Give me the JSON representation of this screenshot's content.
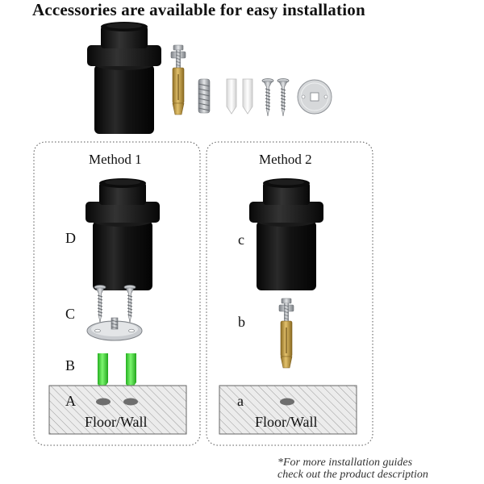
{
  "header": {
    "title": "Accessories are available for easy installation"
  },
  "methods": [
    {
      "title": "Method 1",
      "labels": [
        "D",
        "C",
        "B",
        "A"
      ],
      "surface_label": "Floor/Wall"
    },
    {
      "title": "Method 2",
      "labels": [
        "c",
        "b",
        "a"
      ],
      "surface_label": "Floor/Wall"
    }
  ],
  "footnote": {
    "line1": "*For more installation guides",
    "line2": "check out the product description"
  },
  "colors": {
    "stopper_black": "#121212",
    "brass": "#c9a24a",
    "anchor_green": "#3fd43a",
    "silver": "#b8bcc0",
    "anchor_white": "#f2f2f2",
    "hatch": "#9a9a9a"
  }
}
